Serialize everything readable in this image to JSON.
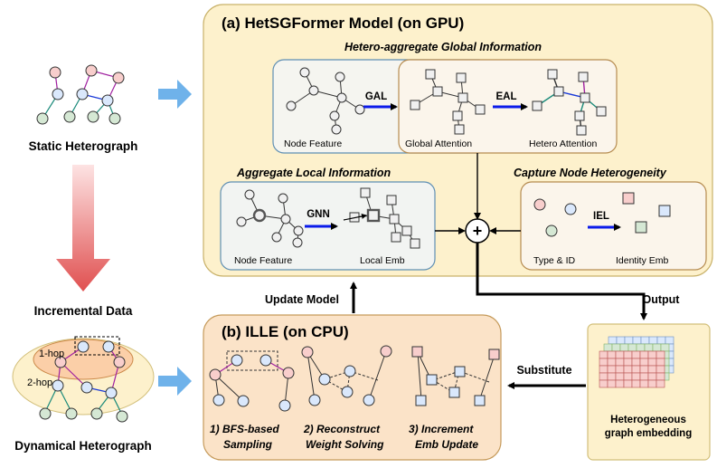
{
  "title_gpu": "(a) HetSGFormer Model (on GPU)",
  "title_cpu": "(b) ILLE (on CPU)",
  "global": {
    "heading": "Hetero-aggregate Global Information",
    "node_feature": "Node Feature",
    "gal": "GAL",
    "global_attention": "Global Attention",
    "eal": "EAL",
    "hetero_attention": "Hetero Attention"
  },
  "local": {
    "heading": "Aggregate Local Information",
    "gnn": "GNN",
    "node_feature": "Node Feature",
    "local_emb": "Local Emb"
  },
  "hetero": {
    "heading": "Capture Node Heterogeneity",
    "iel": "IEL",
    "type_id": "Type & ID",
    "identity_emb": "Identity Emb"
  },
  "plus_symbol": "+",
  "left": {
    "static_label": "Static Heterograph",
    "incremental_label": "Incremental Data",
    "one_hop": "1-hop",
    "two_hop": "2-hop",
    "dynamic_label": "Dynamical Heterograph"
  },
  "flow": {
    "update_model": "Update Model",
    "output": "Output",
    "substitute": "Substitute"
  },
  "ille": {
    "step1_line1": "1) BFS-based",
    "step1_line2": "Sampling",
    "step2_line1": "2) Reconstruct",
    "step2_line2": "Weight Solving",
    "step3_line1": "3) Increment",
    "step3_line2": "Emb Update"
  },
  "embedding": {
    "line1": "Heterogeneous",
    "line2": "graph embedding"
  },
  "colors": {
    "red_node": "#f8cecc",
    "blue_node": "#dae8fc",
    "green_node": "#d5e8d4",
    "gpu_panel": "#fdf1cc",
    "cpu_panel": "#fbe3c8",
    "arrow_blue": "#0b1bea"
  }
}
